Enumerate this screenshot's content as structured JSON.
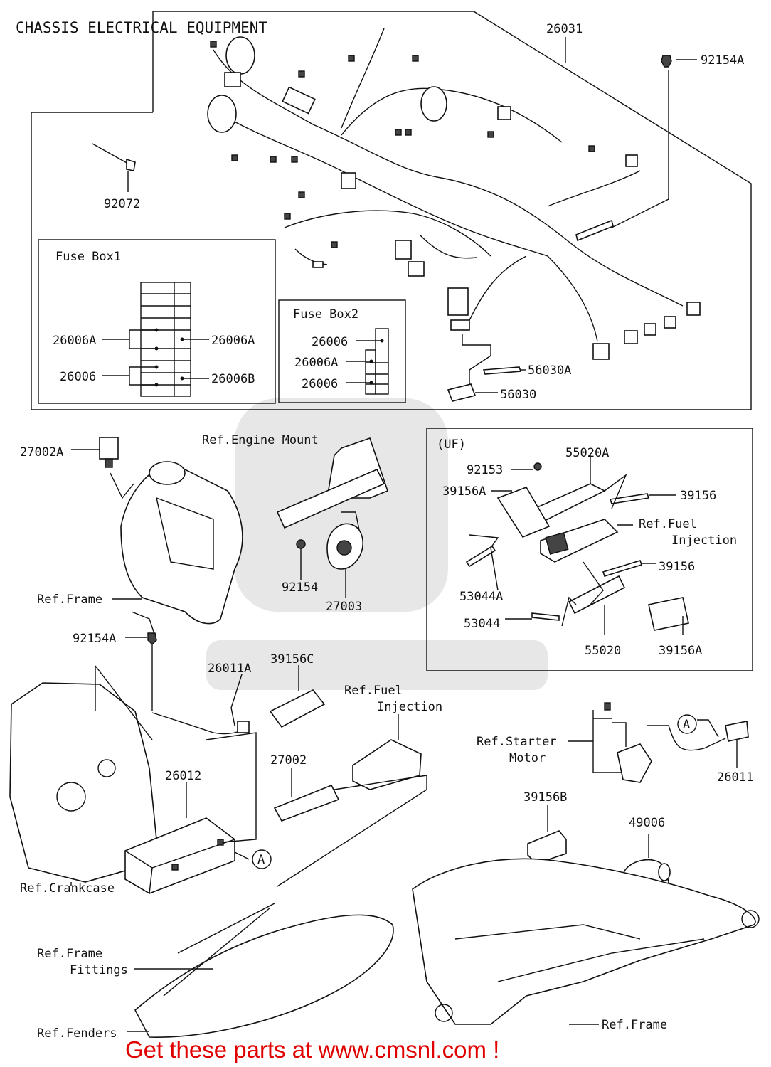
{
  "title": "CHASSIS ELECTRICAL EQUIPMENT",
  "banner": "Get these parts at www.cmsnl.com !",
  "fuse_box1": {
    "title": "Fuse Box1",
    "labels": [
      "26006A",
      "26006A",
      "26006",
      "26006B"
    ]
  },
  "fuse_box2": {
    "title": "Fuse Box2",
    "labels": [
      "26006",
      "26006A",
      "26006"
    ]
  },
  "uf_note": "(UF)",
  "callout": "A",
  "part_labels": {
    "harness": "26031",
    "bolt_top": "92154A",
    "band": "92072",
    "bracket_upper": "56030A",
    "bracket_lower": "56030",
    "relay": "27002A",
    "engine_mount": "Ref.Engine Mount",
    "horn_bolt": "92154",
    "horn": "27003",
    "frame_upper": "Ref.Frame",
    "screw": "92153",
    "ecu_case": "55020A",
    "pad_a": "39156A",
    "pad": "39156",
    "fuel_injection": "Ref.Fuel\nInjection",
    "pad_right": "39156",
    "clip_a": "53044A",
    "clip": "53044",
    "ecu_base": "55020",
    "pad_a_lower": "39156A",
    "bolt_left": "92154A",
    "cable_minus": "26011A",
    "pad_c": "39156C",
    "fuel_injection_lower": "Ref.Fuel\nInjection",
    "relay_lower": "27002",
    "battery": "26012",
    "crankcase": "Ref.Crankcase",
    "starter": "Ref.Starter\nMotor",
    "cable_plus": "26011",
    "pad_b": "39156B",
    "cap": "49006",
    "frame_fittings": "Ref.Frame\nFittings",
    "fenders": "Ref.Fenders",
    "frame_lower": "Ref.Frame"
  }
}
